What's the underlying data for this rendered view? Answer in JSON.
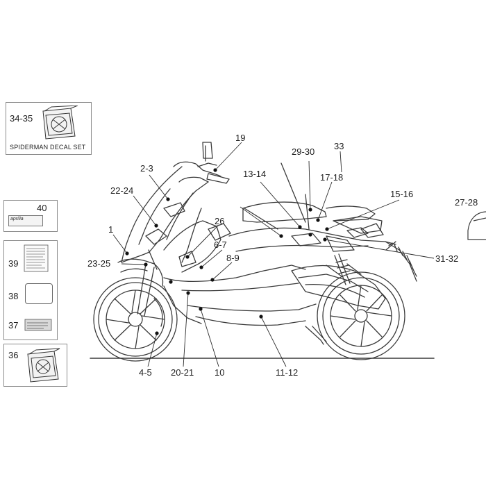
{
  "diagram": {
    "callouts": {
      "c1": "1",
      "c2_3": "2-3",
      "c4_5": "4-5",
      "c6_7": "6-7",
      "c8_9": "8-9",
      "c10": "10",
      "c11_12": "11-12",
      "c13_14": "13-14",
      "c15_16": "15-16",
      "c17_18": "17-18",
      "c19": "19",
      "c20_21": "20-21",
      "c22_24": "22-24",
      "c23_25": "23-25",
      "c26": "26",
      "c27_28": "27-28",
      "c29_30": "29-30",
      "c31_32": "31-32",
      "c33": "33",
      "c34_35": "34-35",
      "c36": "36",
      "c37": "37",
      "c38": "38",
      "c39": "39",
      "c40": "40"
    },
    "decal_set_caption": "SPIDERMAN DECAL SET",
    "brand_label": "aprilia"
  }
}
